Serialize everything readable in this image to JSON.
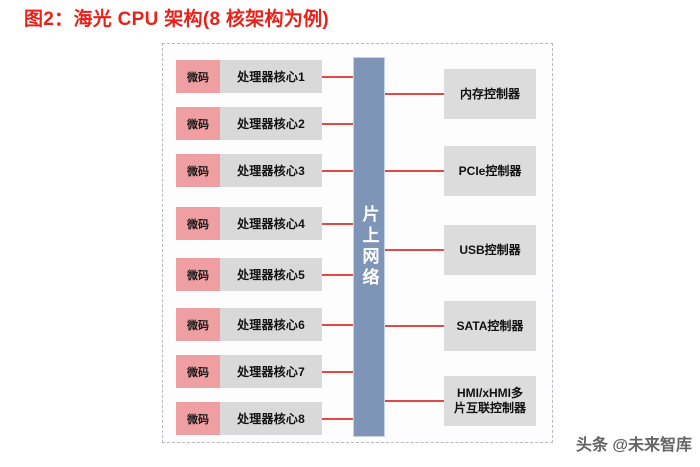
{
  "figure": {
    "title": "图2：海光 CPU 架构(8 核架构为例)",
    "title_color": "#e8211b"
  },
  "diagram": {
    "microcode_label": "微码",
    "noc_label": "片上网络",
    "colors": {
      "microcode_block": "#ef9ea1",
      "core_block": "#d9d9d9",
      "noc_block": "#7e95b8",
      "controller_block": "#dcdcdc",
      "connector_line": "#e04a44",
      "frame_border": "#b9b9c4"
    },
    "cores": [
      {
        "microcode": "微码",
        "name": "处理器核心1"
      },
      {
        "microcode": "微码",
        "name": "处理器核心2"
      },
      {
        "microcode": "微码",
        "name": "处理器核心3"
      },
      {
        "microcode": "微码",
        "name": "处理器核心4"
      },
      {
        "microcode": "微码",
        "name": "处理器核心5"
      },
      {
        "microcode": "微码",
        "name": "处理器核心6"
      },
      {
        "microcode": "微码",
        "name": "处理器核心7"
      },
      {
        "microcode": "微码",
        "name": "处理器核心8"
      }
    ],
    "controllers": [
      {
        "name": "内存控制器"
      },
      {
        "name": "PCIe控制器"
      },
      {
        "name": "USB控制器"
      },
      {
        "name": "SATA控制器"
      },
      {
        "name": "HMI/xHMI多\n片互联控制器"
      }
    ]
  },
  "watermark": {
    "text": "头条 @未来智库"
  }
}
